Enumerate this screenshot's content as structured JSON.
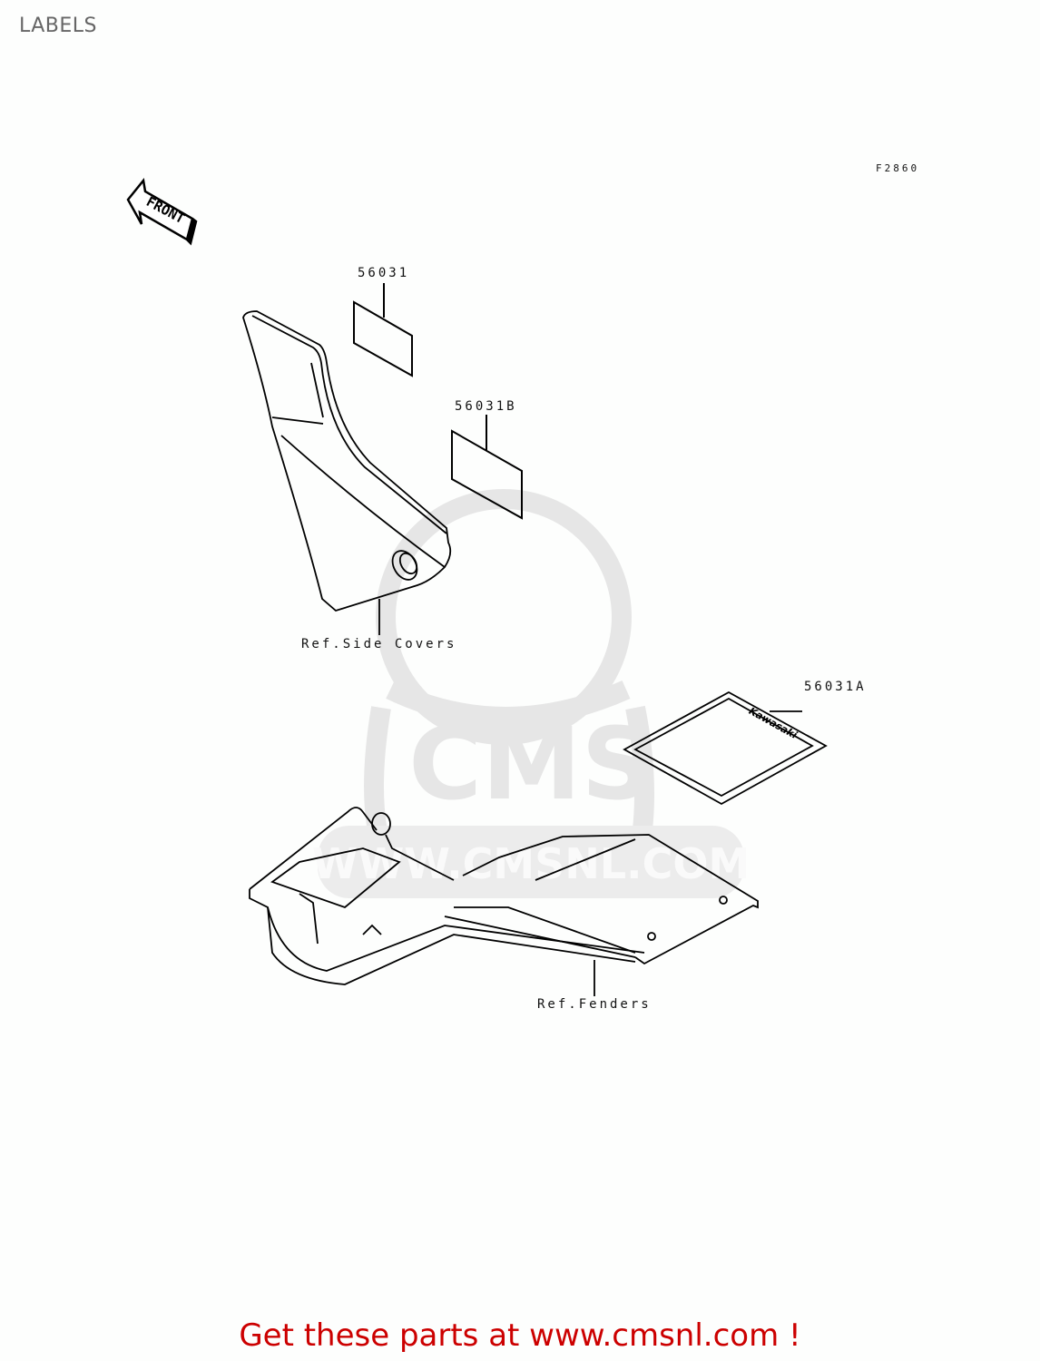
{
  "page": {
    "title": "LABELS",
    "figure_code": "F2860"
  },
  "diagram": {
    "direction_indicator": "FRONT",
    "callouts": [
      {
        "id": "56031",
        "label": "56031"
      },
      {
        "id": "56031B",
        "label": "56031B"
      },
      {
        "id": "56031A",
        "label": "56031A"
      },
      {
        "id": "ref-side-covers",
        "label": "Ref.Side Covers"
      },
      {
        "id": "ref-fenders",
        "label": "Ref.Fenders"
      }
    ],
    "decal_text": "Kawasaki",
    "watermark": {
      "brand": "CMS",
      "url": "WWW.CMSNL.COM"
    }
  },
  "footer": {
    "text": "Get these parts at www.cmsnl.com !",
    "color": "#cc0000"
  }
}
